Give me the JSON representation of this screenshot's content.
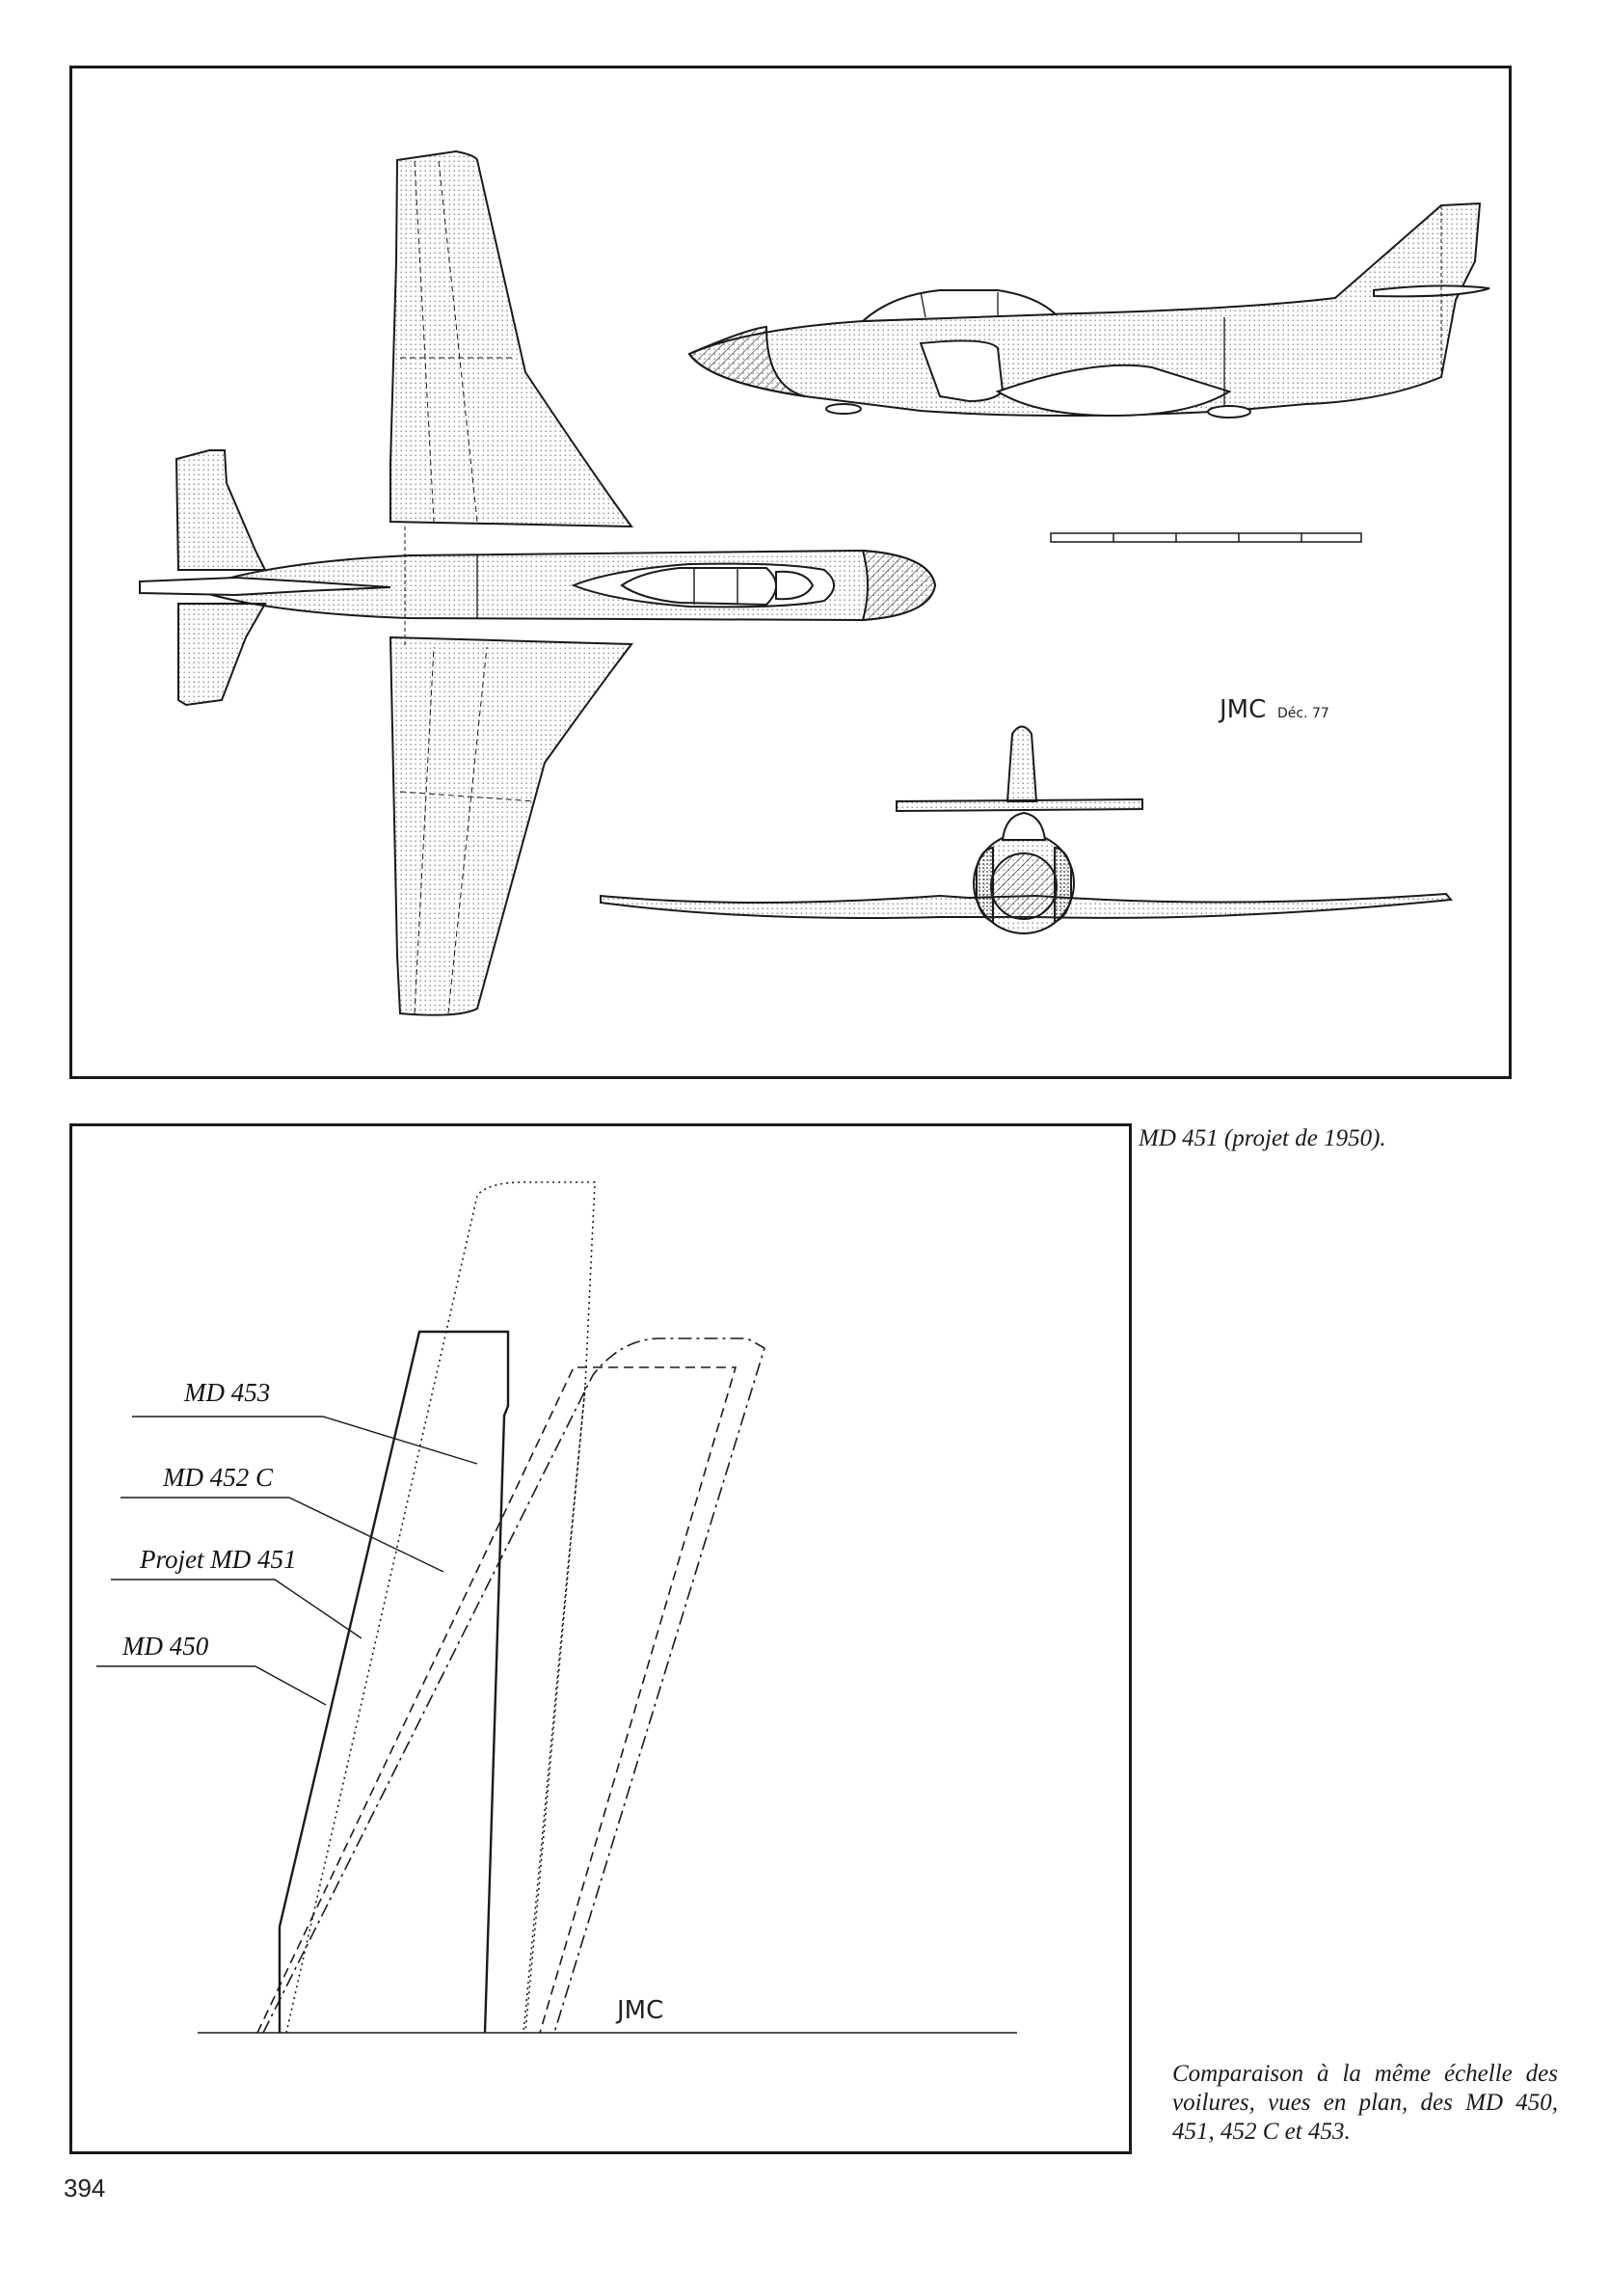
{
  "figure_top": {
    "signature": "JMC",
    "signature_date": "Déc. 77",
    "caption": "MD 451 (projet de 1950)."
  },
  "figure_bottom": {
    "labels": [
      "MD 453",
      "MD 452 C",
      "Projet MD 451",
      "MD 450"
    ],
    "signature": "JMC",
    "caption": "Comparaison à la même échelle des voilures, vues en plan, des MD 450, 451, 452 C et 453."
  },
  "page_number": "394",
  "colors": {
    "ink": "#1a1a1a",
    "stipple": "#9a9a9a",
    "paper": "#ffffff"
  }
}
